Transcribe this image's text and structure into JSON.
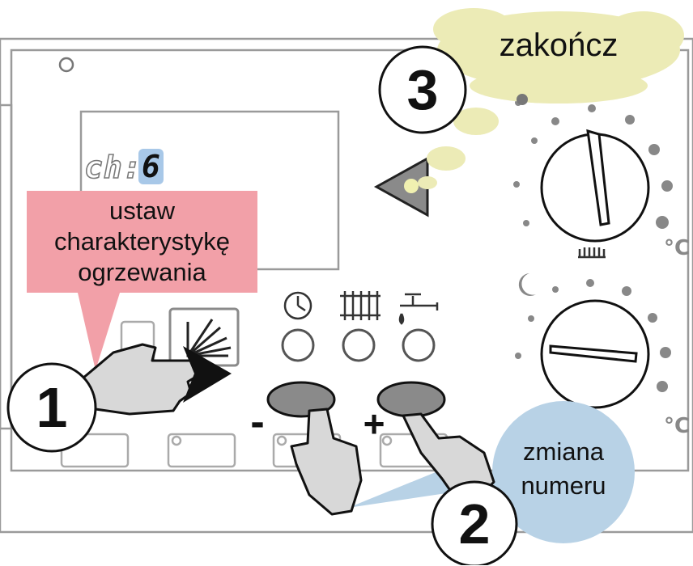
{
  "lcd": {
    "prefix": "ch:",
    "value": "6"
  },
  "callouts": {
    "step1": {
      "number": "1",
      "text_lines": [
        "ustaw",
        "charakterystykę",
        "ogrzewania"
      ]
    },
    "step2": {
      "number": "2",
      "text_lines": [
        "zmiana",
        "numeru"
      ]
    },
    "step3": {
      "number": "3",
      "text": "zakończ"
    }
  },
  "buttons": {
    "minus_label": "-",
    "plus_label": "+"
  },
  "dial_units": {
    "top": "°C",
    "bottom": "°C"
  },
  "colors": {
    "pink_callout": "#f2a0a8",
    "yellow_cloud": "#ecebb6",
    "blue_bubble": "#b8d2e6",
    "lcd_highlight": "#a8c8e8",
    "button_grey": "#8a8a8a"
  },
  "icons": [
    "clock-icon",
    "radiator-icon",
    "tap-icon",
    "moon-icon",
    "sun-icon",
    "back-arrow-icon",
    "press-pointing-hand-icon"
  ]
}
